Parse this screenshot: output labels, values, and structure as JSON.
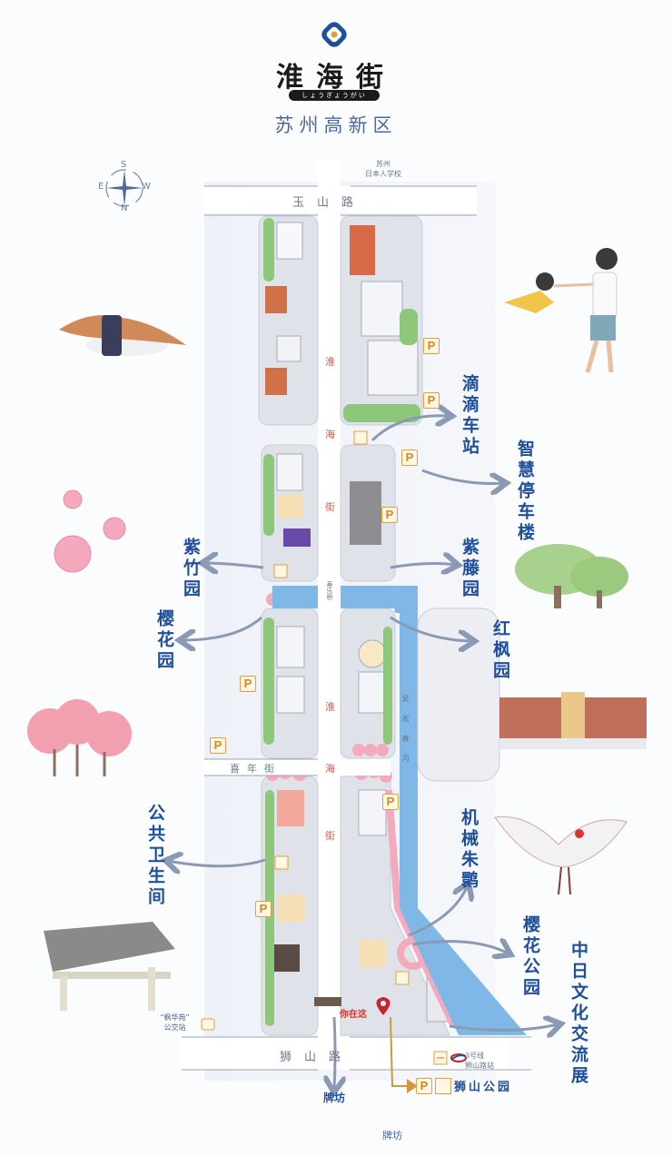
{
  "header": {
    "title": "淮海街",
    "kana": "しょうぎょうがい",
    "subtitle": "苏州高新区"
  },
  "compass": {
    "n": "N",
    "s": "S",
    "e": "E",
    "w": "W"
  },
  "roads": {
    "top": "玉山路",
    "bottom": "狮山路",
    "cross": "喜年街",
    "main_vertical": [
      "淮",
      "海",
      "街"
    ],
    "main_vertical_lower": [
      "淮",
      "海",
      "街"
    ],
    "bridge": "寿乐桥",
    "river": "吴淞春河"
  },
  "landmarks": {
    "school": [
      "苏州",
      "日本人学校"
    ],
    "bus_stop": [
      "“枫华苑”",
      "公交站"
    ],
    "you_are_here": "你在这",
    "metro": [
      "3号线",
      "狮山路站"
    ],
    "park_bottom": "狮山公园",
    "archway_near": "牌坊",
    "archway_far": "牌坊"
  },
  "callouts": [
    {
      "id": "didi",
      "label": "滴滴车站"
    },
    {
      "id": "smart-parking",
      "label": "智慧停车楼"
    },
    {
      "id": "zizhu",
      "label": "紫竹园"
    },
    {
      "id": "ziteng",
      "label": "紫藤园"
    },
    {
      "id": "yinghua-garden",
      "label": "樱花园"
    },
    {
      "id": "hongfeng",
      "label": "红枫园"
    },
    {
      "id": "toilet",
      "label": "公共卫生间"
    },
    {
      "id": "crane",
      "label": "机械朱鹮"
    },
    {
      "id": "sakura-park",
      "label": "樱花公园"
    },
    {
      "id": "culture",
      "label": "中日文化交流展"
    }
  ],
  "icons": {
    "parking": "P",
    "compass": "compass-icon",
    "location_pin": "map-pin-icon"
  },
  "colors": {
    "accent_blue": "#1f4f9c",
    "arrow_grey": "#8a9ab5",
    "river": "#7fb8e6",
    "sakura": "#f4a9bd",
    "parking_orange": "#e0a040",
    "pin_red": "#c8252b",
    "route_orange": "#d9953a"
  }
}
